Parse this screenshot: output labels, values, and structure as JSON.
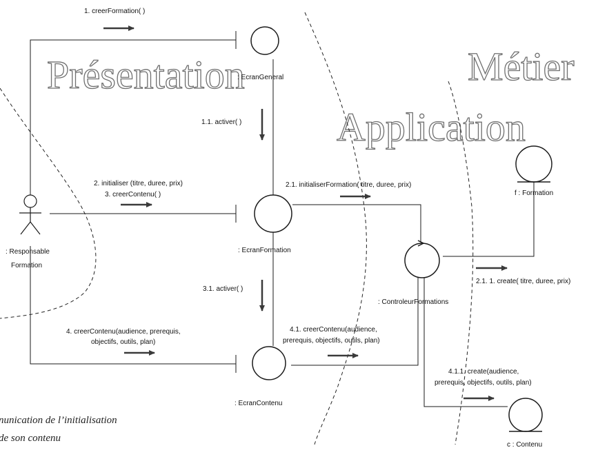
{
  "layers": {
    "presentation": "Présentation",
    "application": "Application",
    "metier": "Métier"
  },
  "actor": {
    "name_line1": ": Responsable",
    "name_line2": "Formation"
  },
  "objects": {
    "ecran_general": ": EcranGeneral",
    "ecran_formation": ": EcranFormation",
    "ecran_contenu": ": EcranContenu",
    "controleur": ": ControleurFormations",
    "formation": "f : Formation",
    "contenu": "c : Contenu"
  },
  "messages": {
    "m1": "1. creerFormation( )",
    "m1_1": "1.1. activer( )",
    "m2_line1": "2. initialiser (titre, duree, prix)",
    "m2_line2": "3. creerContenu( )",
    "m2_1": "2.1. initialiserFormation( titre, duree, prix)",
    "m2_1_1": "2.1. 1. create( titre, duree, prix)",
    "m3_1": "3.1. activer( )",
    "m4_line1": "4. creerContenu(audience,  prerequis,",
    "m4_line2": "objectifs, outils, plan)",
    "m4_1_line1": "4.1. creerContenu(audience,",
    "m4_1_line2": "prerequis, objectifs, outils, plan)",
    "m4_1_1_line1": "4.1.1. create(audience,",
    "m4_1_1_line2": "prerequis, objectifs, outils, plan)"
  },
  "caption": {
    "line1": "nunication de l’initialisation",
    "line2": "de son contenu"
  },
  "colors": {
    "line": "#1a1a1a",
    "arrow": "#3a3a3a",
    "layer_outline": "#6f6f6f",
    "background": "#ffffff"
  }
}
